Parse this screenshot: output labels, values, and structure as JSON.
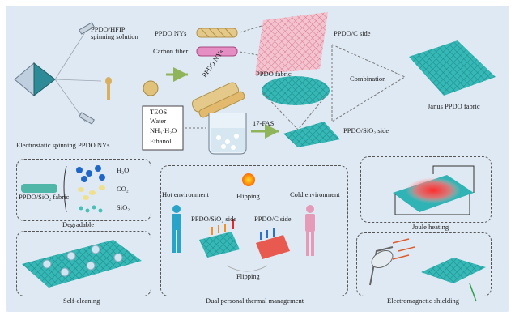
{
  "labels": {
    "solution": "PPDO/HFIP\nspinning solution",
    "electrospin": "Electrostatic spinning PPDO NYs",
    "ppdo_nys": "PPDO NYs",
    "carbon_fiber": "Carbon fiber",
    "ppdo_fabric": "PPDO fabric",
    "ppdo_c_side_top": "PPDO/C side",
    "combination": "Combination",
    "janus": "Janus PPDO fabric",
    "ppdo_nys_rotated": "PPDO NYs",
    "teos": "TEOS",
    "water": "Water",
    "nh3": "NH₃·H₂O",
    "ethanol": "Ethanol",
    "fas": "17-FAS",
    "ppdo_sio2_side_top": "PPDO/SiO₂ side",
    "h2o": "H₂O",
    "co2": "CO₂",
    "sio2": "SiO₂",
    "ppdo_sio2_fabric": "PPDO/SiO₂ fabric",
    "degradable": "Degradable",
    "hot_env": "Hot environment",
    "flipping_top": "Flipping",
    "cold_env": "Cold environment",
    "ppdo_sio2_side_mid": "PPDO/SiO₂ side",
    "ppdo_c_side_mid": "PPDO/C side",
    "flipping_bottom": "Flipping",
    "joule": "Joule heating",
    "self_cleaning": "Self-cleaning",
    "dual": "Dual personal thermal management",
    "em": "Electromagnetic shielding"
  },
  "colors": {
    "background": "#dfe9f3",
    "teal_fabric": "#2fb3b4",
    "pink_fabric": "#e07a9a",
    "dashed_border": "#555555",
    "heat_red": "#e4262c"
  }
}
